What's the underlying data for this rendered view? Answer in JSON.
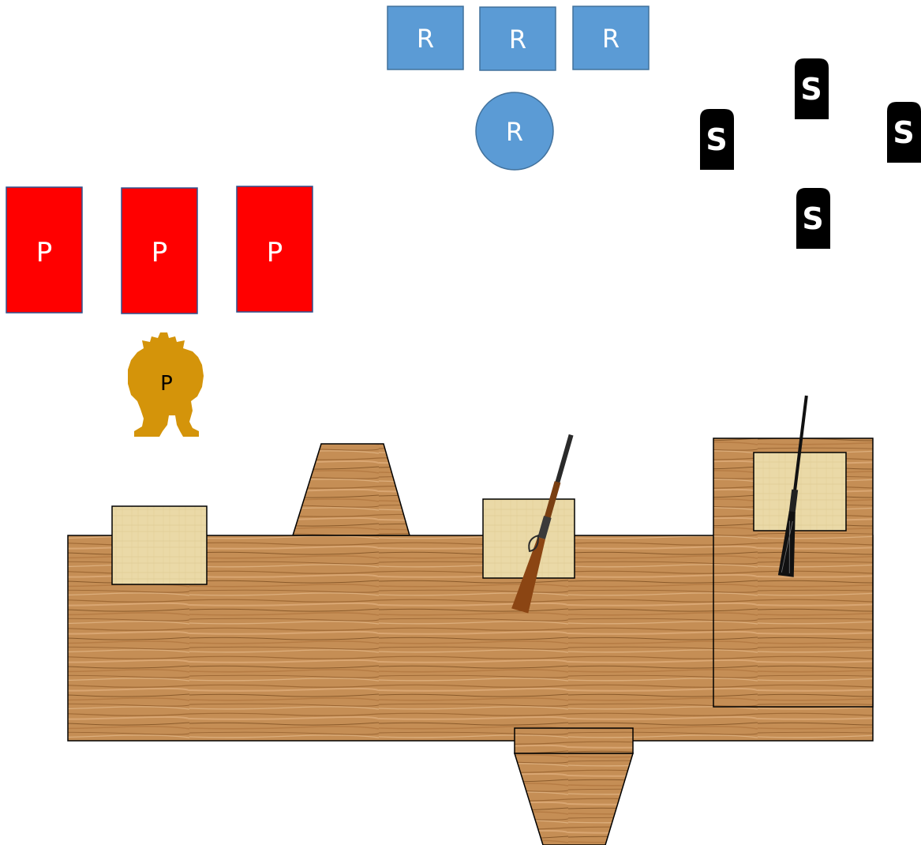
{
  "title": "",
  "colors": {
    "background": "#ffffff",
    "red_target": "#ff0000",
    "red_target_border": "#2f528f",
    "blue_target": "#5b9bd5",
    "blue_target_border": "#41719c",
    "steel_target": "#000000",
    "popper": "#d4940a",
    "wood_base": "#c58e55",
    "wood_grain": "#8a5a2a",
    "paper": "#ead9a7",
    "outline": "#000000"
  },
  "targets": {
    "paper_plates": [
      {
        "label": "P"
      },
      {
        "label": "P"
      },
      {
        "label": "P"
      }
    ],
    "popper": {
      "label": "P"
    },
    "rifle_plates": [
      {
        "label": "R"
      },
      {
        "label": "R"
      },
      {
        "label": "R"
      }
    ],
    "rifle_round": {
      "label": "R"
    },
    "steel_markers": [
      {
        "label": "S"
      },
      {
        "label": "S"
      },
      {
        "label": "S"
      },
      {
        "label": "S"
      }
    ]
  },
  "props": {
    "rifles": [
      {
        "icon": "lever-action-rifle-icon"
      },
      {
        "icon": "shotgun-icon"
      }
    ],
    "paper_boxes_count": 3
  }
}
